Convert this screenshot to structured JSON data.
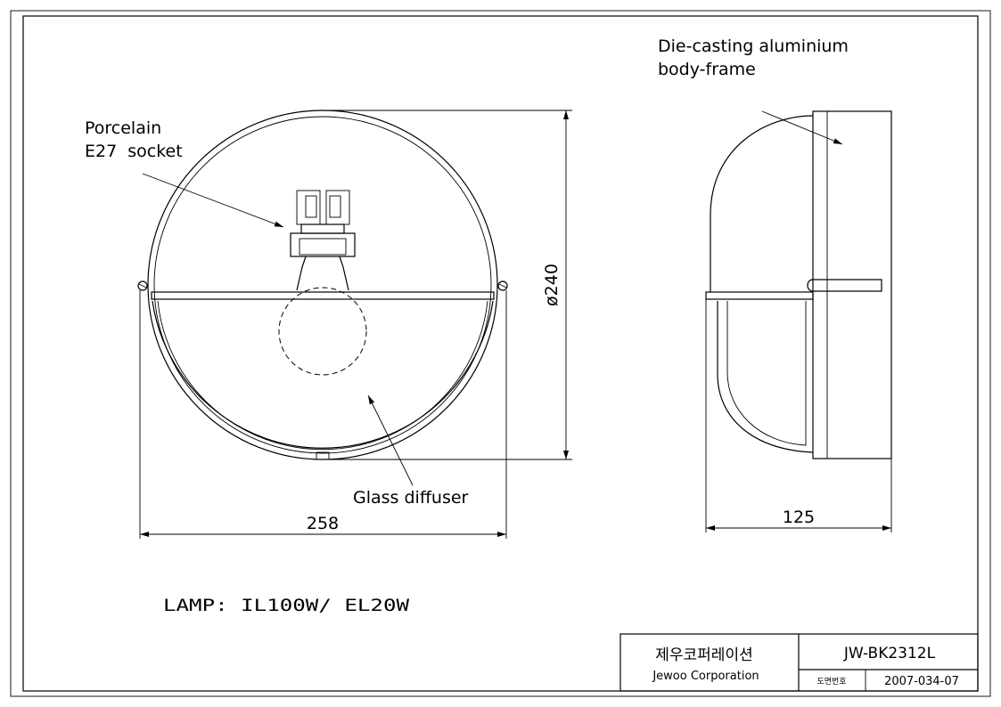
{
  "labels": {
    "socket_line1": "Porcelain",
    "socket_line2": "E27  socket",
    "frame_line1": "Die-casting aluminium",
    "frame_line2": "body-frame",
    "diffuser": "Glass diffuser",
    "lamp": "LAMP: IL100W/ EL20W"
  },
  "dimensions": {
    "diameter": "ø240",
    "width": "258",
    "depth": "125"
  },
  "title_block": {
    "company_korean": "제우코퍼레이션",
    "company_english": "Jewoo Corporation",
    "model": "JW-BK2312L",
    "drawing_no_label": "도면번호",
    "drawing_no": "2007-034-07"
  }
}
